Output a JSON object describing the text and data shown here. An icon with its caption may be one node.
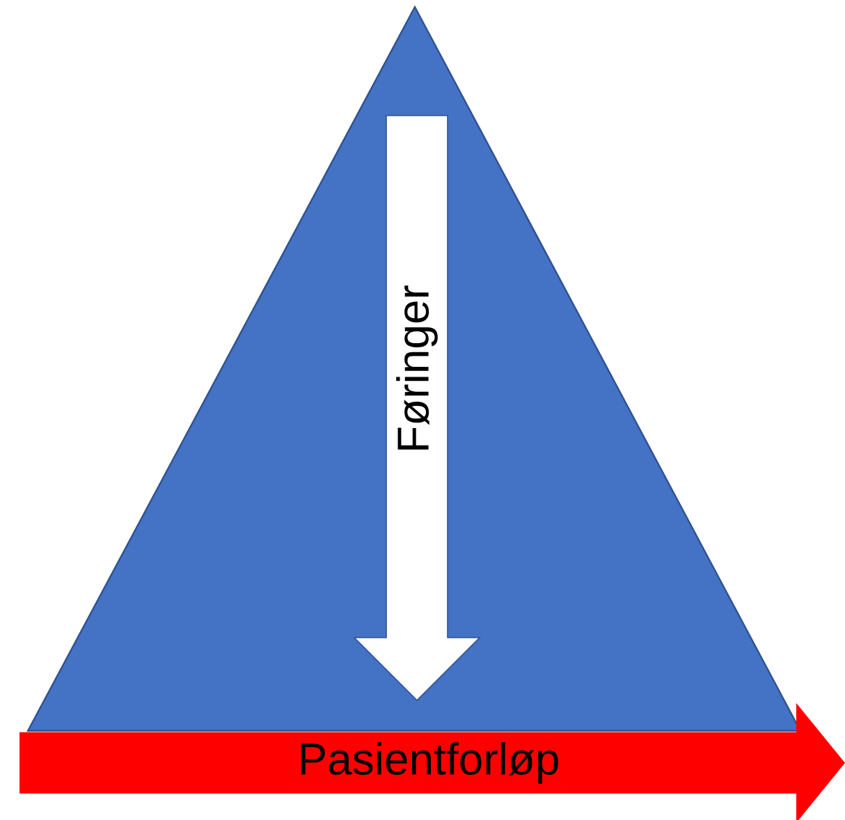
{
  "diagram": {
    "nodes": [
      {
        "text": [],
        "shape": "triangle"
      },
      {
        "text": [
          "Føringer"
        ],
        "in": 0
      },
      {
        "text": [
          "Pasientforløp"
        ]
      }
    ]
  }
}
